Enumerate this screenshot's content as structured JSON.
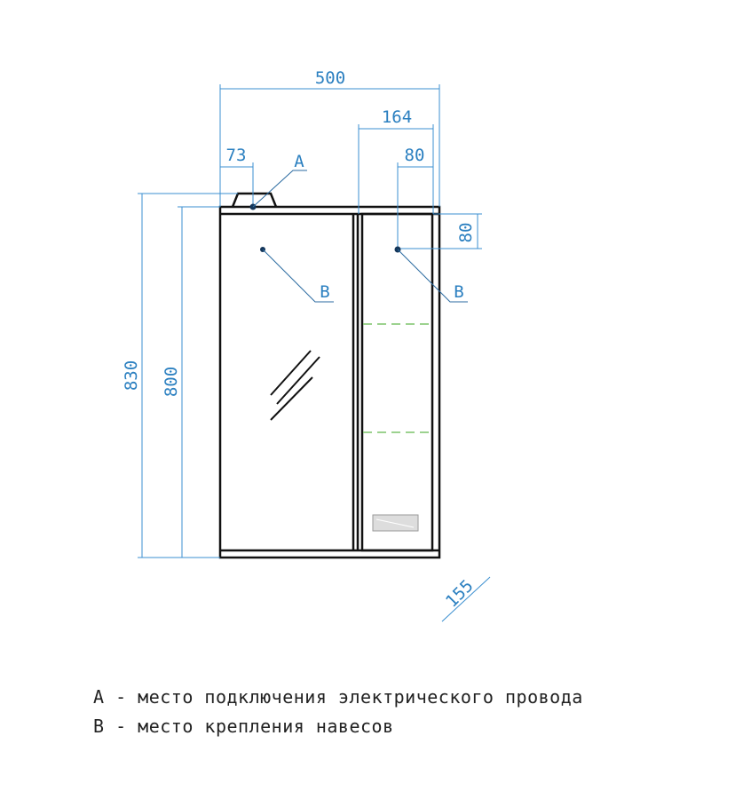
{
  "dimensions": {
    "width_total": "500",
    "width_right_section": "164",
    "a_offset": "73",
    "b_offset_horizontal": "80",
    "b_offset_vertical": "80",
    "height_total": "830",
    "height_body": "800",
    "depth": "155"
  },
  "markers": {
    "a": "A",
    "b_left": "B",
    "b_right": "B"
  },
  "legend": [
    "A - место подключения электрического провода",
    "B - место крепления навесов"
  ],
  "colors": {
    "dimension": "#2a7fc0",
    "outline": "#111111",
    "shelf": "#7cc46a"
  }
}
